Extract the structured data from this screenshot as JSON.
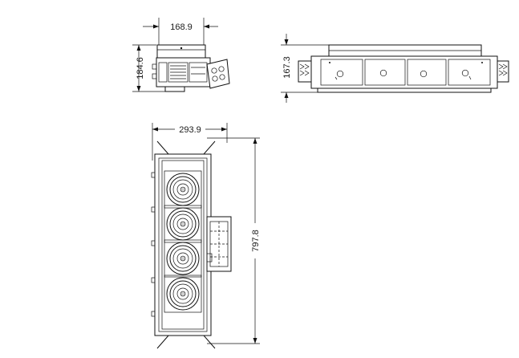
{
  "dimensions": {
    "front_width": "168.9",
    "front_height": "184.6",
    "side_height": "167.3",
    "top_width": "293.9",
    "top_length": "797.8"
  }
}
